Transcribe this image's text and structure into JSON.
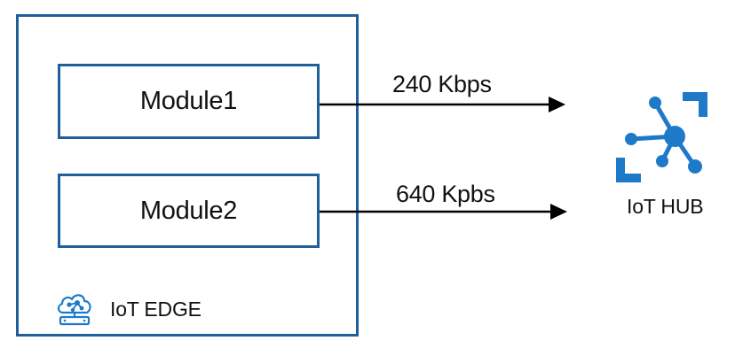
{
  "edge": {
    "label": "IoT EDGE",
    "icon": "iot-edge-icon"
  },
  "modules": [
    {
      "label": "Module1"
    },
    {
      "label": "Module2"
    }
  ],
  "connections": [
    {
      "rate": "240 Kbps"
    },
    {
      "rate": "640 Kpbs"
    }
  ],
  "hub": {
    "label": "IoT HUB",
    "icon": "iot-hub-icon"
  },
  "colors": {
    "border": "#1f5f9a",
    "icon_blue": "#1e7ac9",
    "arrow": "#000000"
  }
}
